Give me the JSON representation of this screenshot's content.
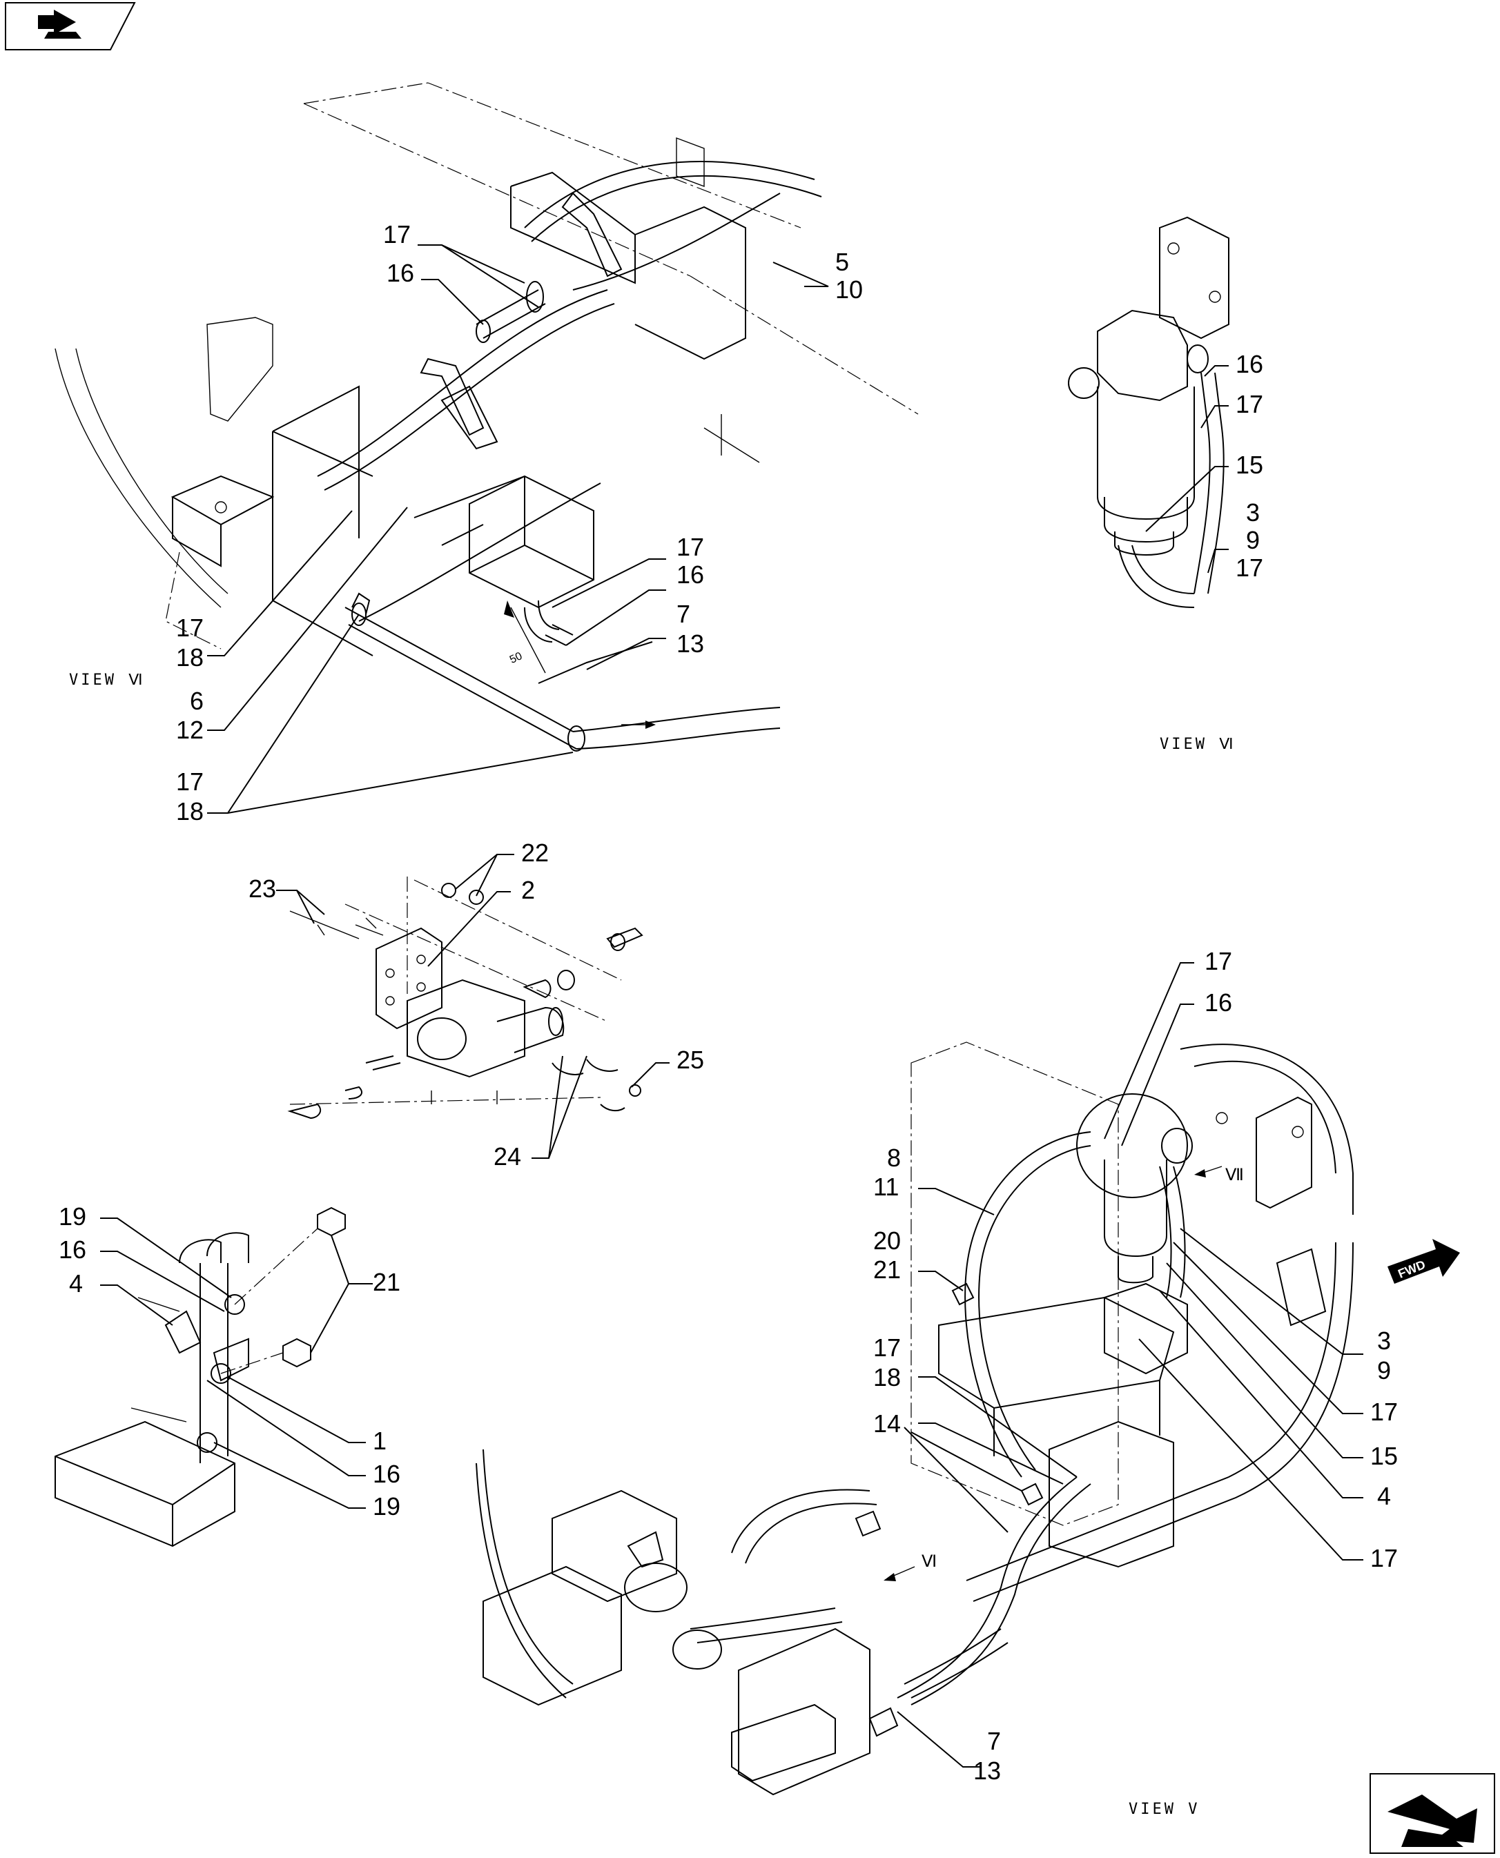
{
  "views": {
    "top_left_caption": "VIEW Ⅵ",
    "top_right_caption": "VIEW Ⅵ",
    "bottom_caption": "VIEW V",
    "marker_vi": "Ⅵ",
    "marker_vii": "Ⅶ",
    "fwd": "FWD",
    "dimension": "50"
  },
  "callouts": {
    "tl": [
      "17",
      "16",
      "5",
      "10",
      "17",
      "16",
      "7",
      "13",
      "17",
      "18",
      "6",
      "12",
      "17",
      "18"
    ],
    "tr": [
      "16",
      "17",
      "15",
      "3",
      "9",
      "17"
    ],
    "mid": [
      "22",
      "2",
      "23",
      "25",
      "24"
    ],
    "bl": [
      "19",
      "16",
      "4",
      "21",
      "1",
      "16",
      "19"
    ],
    "br": [
      "17",
      "16",
      "8",
      "11",
      "20",
      "21",
      "17",
      "18",
      "14",
      "3",
      "9",
      "17",
      "15",
      "4",
      "17",
      "7",
      "13"
    ]
  },
  "icons": {
    "top_left_nav": "previous-page-arrow-icon",
    "bottom_right_nav": "next-page-arrow-icon",
    "fwd_arrow": "forward-direction-arrow-icon"
  }
}
